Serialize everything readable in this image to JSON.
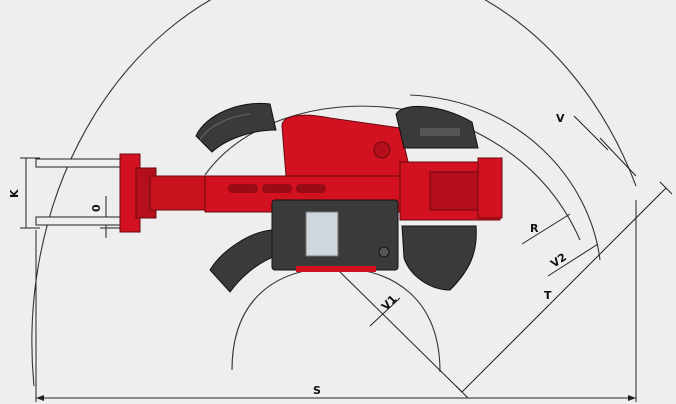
{
  "diagram": {
    "dimension_labels": {
      "S": "S",
      "T": "T",
      "R": "R",
      "V": "V",
      "V1": "V1",
      "V2": "V2",
      "K": "K",
      "O": "0"
    },
    "colors": {
      "background": "#eeeeee",
      "body_red": "#d21220",
      "body_red_dark": "#9a0c15",
      "track_dark": "#3a3a3a",
      "track_mid": "#555555",
      "window": "#cfd6dc",
      "line": "#222222"
    }
  }
}
